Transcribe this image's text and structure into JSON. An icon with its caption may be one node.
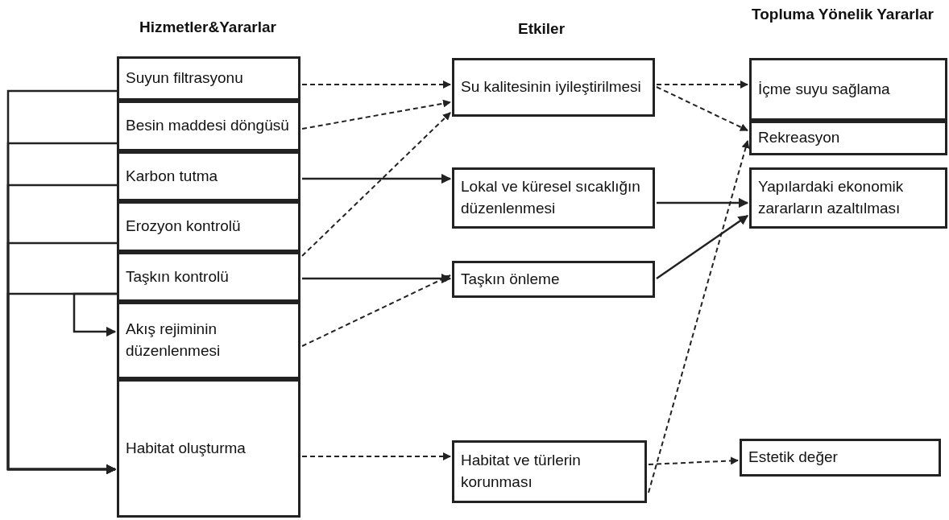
{
  "diagram": {
    "nodes": [
      {
        "text": [
          "Suyun filtrasyonu"
        ]
      },
      {
        "text": [
          "Besin maddesi döngüsü"
        ]
      },
      {
        "text": [
          "Karbon tutma"
        ]
      },
      {
        "text": [
          "Erozyon kontrolü"
        ]
      },
      {
        "text": [
          "Taşkın kontrolü"
        ]
      },
      {
        "text": [
          "Akış rejiminin düzenlenmesi"
        ]
      },
      {
        "text": [
          "Habitat oluşturma"
        ]
      },
      {
        "text": [
          "Su kalitesinin iyileştirilmesi"
        ]
      },
      {
        "text": [
          "Lokal ve küresel sıcaklığın düzenlenmesi"
        ]
      },
      {
        "text": [
          "Taşkın önleme"
        ]
      },
      {
        "text": [
          "Habitat ve türlerin korunması"
        ]
      },
      {
        "text": [
          "İçme suyu sağlama"
        ]
      },
      {
        "text": [
          "Rekreasyon"
        ]
      },
      {
        "text": [
          "Yapılardaki ekonomik zararların azaltılması"
        ]
      },
      {
        "text": [
          "Estetik değer"
        ]
      }
    ],
    "edges": [
      {
        "from": 0,
        "to": 7,
        "arrow": "to",
        "style": "dashed"
      },
      {
        "from": 1,
        "to": 7,
        "arrow": "to",
        "style": "dashed"
      },
      {
        "from": 4,
        "to": 7,
        "arrow": "to",
        "style": "dashed"
      },
      {
        "from": 2,
        "to": 8,
        "arrow": "to"
      },
      {
        "from": 4,
        "to": 9,
        "arrow": "to"
      },
      {
        "from": 5,
        "to": 9,
        "arrow": "to",
        "style": "dashed"
      },
      {
        "from": 6,
        "to": 10,
        "arrow": "to",
        "style": "dashed"
      },
      {
        "from": 7,
        "to": 11,
        "arrow": "to",
        "style": "dashed"
      },
      {
        "from": 7,
        "to": 12,
        "arrow": "to",
        "style": "dashed"
      },
      {
        "from": 10,
        "to": 12,
        "arrow": "to",
        "style": "dashed"
      },
      {
        "from": 10,
        "to": 14,
        "arrow": "to",
        "style": "dashed"
      },
      {
        "from": 8,
        "to": 13,
        "arrow": "to"
      },
      {
        "from": 9,
        "to": 13,
        "arrow": "to"
      },
      {
        "from": 4,
        "to": 5,
        "arrow": "to"
      },
      {
        "from": 0,
        "to": 6,
        "arrow": "to"
      },
      {
        "from": 1,
        "to": 6,
        "arrow": "to"
      },
      {
        "from": 2,
        "to": 6,
        "arrow": "to"
      },
      {
        "from": 3,
        "to": 6,
        "arrow": "to"
      },
      {
        "from": 4,
        "to": 6,
        "arrow": "to"
      }
    ],
    "labels": [
      "Hizmetler&Yararlar",
      "Etkiler",
      "Topluma Yönelik Yararlar"
    ]
  }
}
